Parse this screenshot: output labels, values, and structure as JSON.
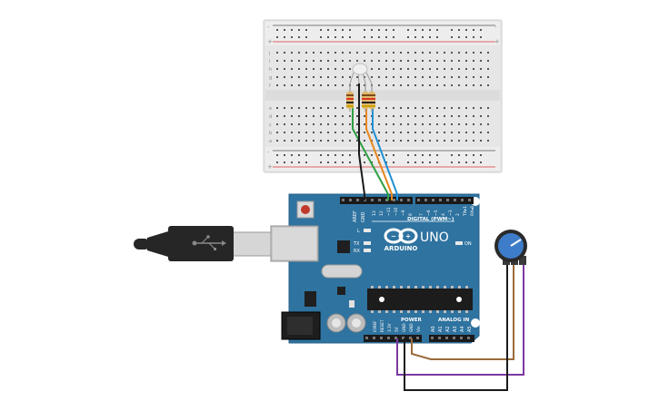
{
  "board": {
    "brand": "ARDUINO",
    "model": "UNO",
    "on_label": "ON",
    "l_label": "L",
    "tx_label": "TX",
    "rx_label": "RX",
    "digital_label": "DIGITAL (PWM~)",
    "power_label": "POWER",
    "analog_label": "ANALOG IN",
    "aref_label": "AREF",
    "gnd_label": "GND",
    "digital_pins": [
      "13",
      "12",
      "~11",
      "~10",
      "~9",
      "8",
      "7",
      "~6",
      "~5",
      "4",
      "~3",
      "2",
      "TX▸1",
      "RX◂0"
    ],
    "power_pins": [
      "IOREF",
      "RESET",
      "3.3V",
      "5V",
      "GND",
      "GND",
      "Vin"
    ],
    "analog_pins": [
      "A0",
      "A1",
      "A2",
      "A3",
      "A4",
      "A5"
    ]
  },
  "breadboard": {
    "row_letters_top": [
      "j",
      "i",
      "h",
      "g",
      "f"
    ],
    "row_letters_bottom": [
      "e",
      "d",
      "c",
      "b",
      "a"
    ],
    "rail_plus": "+",
    "rail_minus": "-"
  },
  "colors": {
    "board": "#2f73a0",
    "breadboard": "#e8e8e8",
    "wire_green": "#2ea043",
    "wire_orange": "#e8871e",
    "wire_blue": "#1d8fd1",
    "wire_black": "#1a1a1a",
    "wire_purple": "#7b3aa0",
    "wire_brown": "#9a6a3a",
    "pot_knob": "#3d7cc9"
  },
  "icons": {
    "usb_cable": "usb-cable-icon",
    "potentiometer": "potentiometer-icon",
    "rgb_led": "rgb-led-icon",
    "resistor": "resistor-icon"
  }
}
